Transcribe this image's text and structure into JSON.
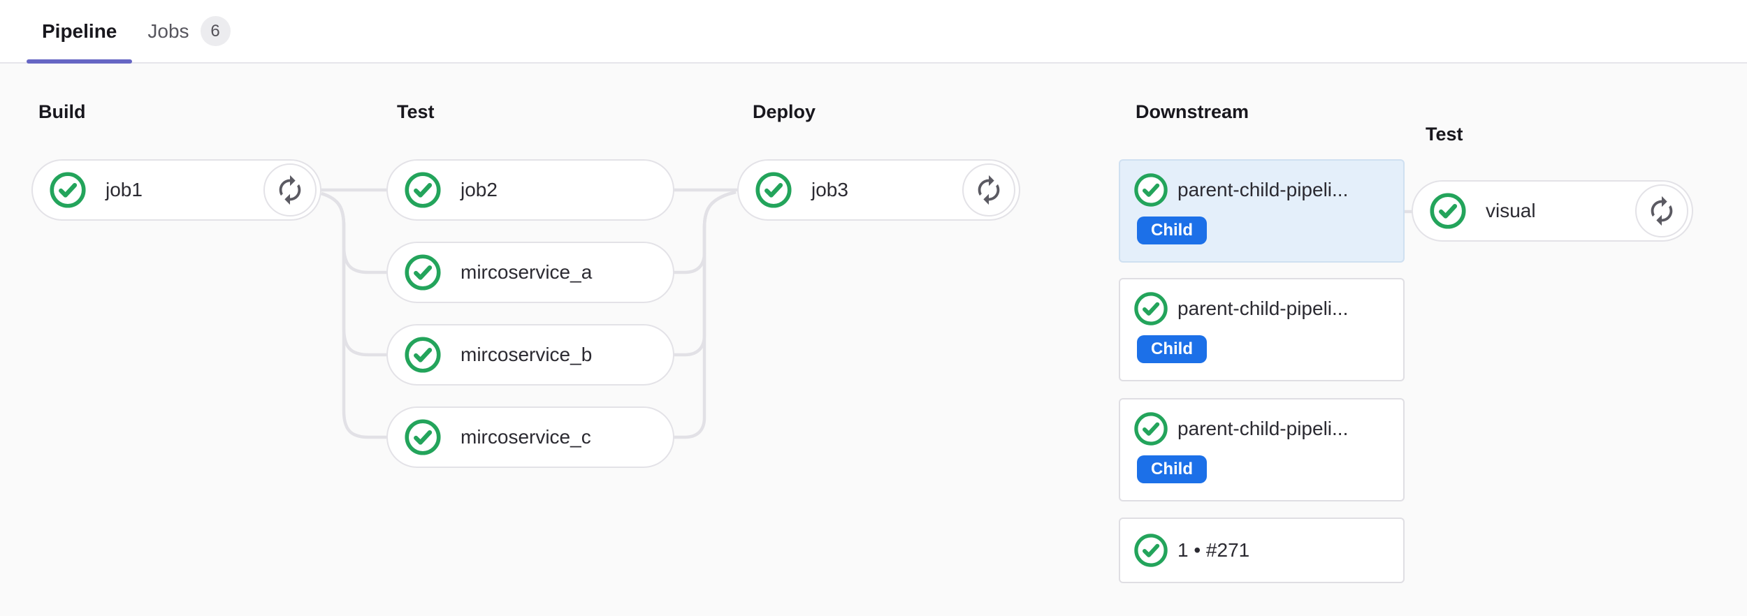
{
  "header": {
    "tabs": [
      {
        "label": "Pipeline",
        "active": true
      },
      {
        "label": "Jobs",
        "count": "6",
        "active": false
      }
    ]
  },
  "stages": {
    "build": {
      "title": "Build",
      "job": "job1"
    },
    "test": {
      "title": "Test",
      "jobs": [
        "job2",
        "mircoservice_a",
        "mircoservice_b",
        "mircoservice_c"
      ]
    },
    "deploy": {
      "title": "Deploy",
      "job": "job3"
    },
    "downstream": {
      "title": "Downstream",
      "cards": [
        {
          "label": "parent-child-pipeli...",
          "badge": "Child",
          "selected": true
        },
        {
          "label": "parent-child-pipeli...",
          "badge": "Child",
          "selected": false
        },
        {
          "label": "parent-child-pipeli...",
          "badge": "Child",
          "selected": false
        },
        {
          "label": "1 • #271"
        }
      ]
    },
    "test_downstream": {
      "title": "Test",
      "job": "visual"
    }
  },
  "icons": {
    "status_success": "check-circle",
    "retry": "circular-arrows"
  },
  "colors": {
    "tab_accent": "#6666c4",
    "success_green": "#23a45b",
    "child_badge_blue": "#1c70e8",
    "selected_card_bg": "#e4effa",
    "connector_gray": "#e2e1e6",
    "canvas_bg": "#fafafa"
  }
}
